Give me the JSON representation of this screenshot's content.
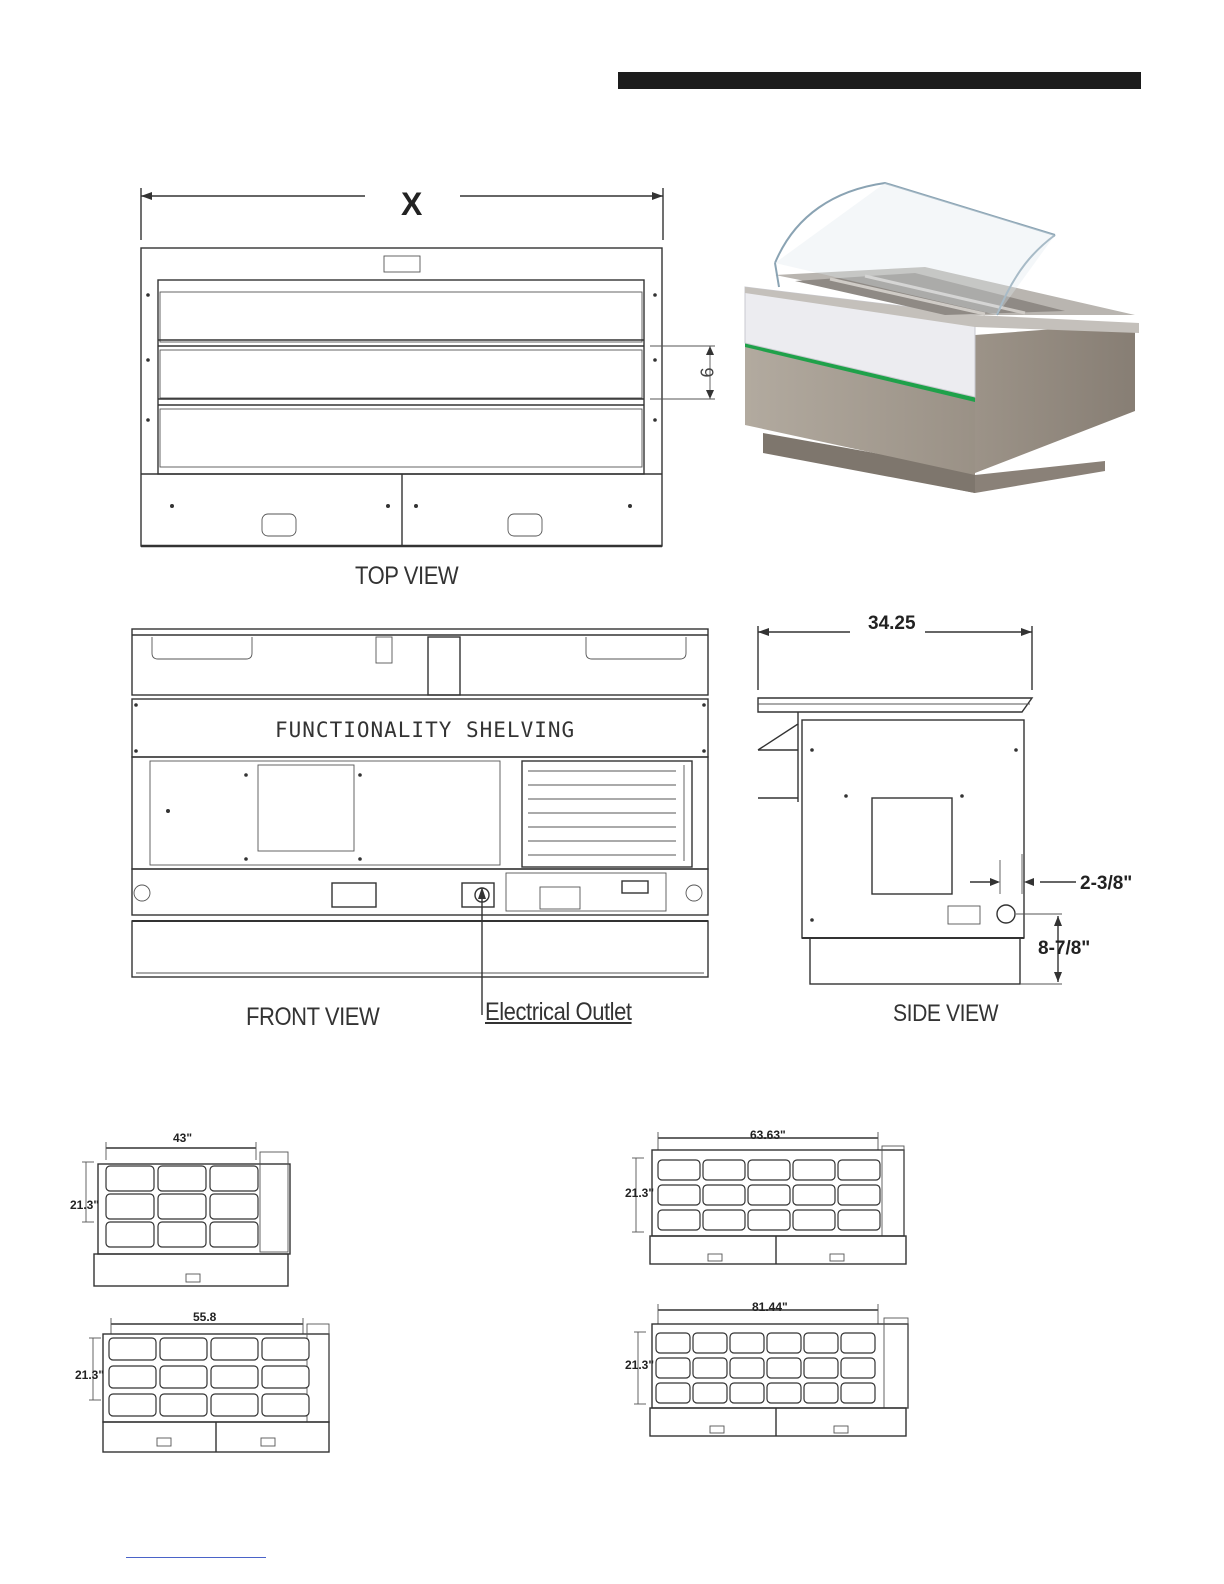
{
  "top_view": {
    "label": "TOP VIEW",
    "width_dimension": "X",
    "pan_depth_dimension": "6"
  },
  "front_view": {
    "label": "FRONT VIEW",
    "panel_text": "FUNCTIONALITY SHELVING",
    "outlet_callout": "Electrical Outlet"
  },
  "side_view": {
    "label": "SIDE VIEW",
    "depth_dimension": "34.25",
    "outlet_offset_dimension": "2-3/8\"",
    "outlet_height_dimension": "8-7/8\""
  },
  "pan_configurations": [
    {
      "width_label": "43\"",
      "depth_label": "21.3\"",
      "columns": 3,
      "rows": 3,
      "door_panels": 1
    },
    {
      "width_label": "63.63\"",
      "depth_label": "21.3\"",
      "columns": 5,
      "rows": 3,
      "door_panels": 2
    },
    {
      "width_label": "55.8",
      "depth_label": "21.3\"",
      "columns": 4,
      "rows": 3,
      "door_panels": 2
    },
    {
      "width_label": "81.44\"",
      "depth_label": "21.3\"",
      "columns": 6,
      "rows": 3,
      "door_panels": 2
    }
  ],
  "colors": {
    "header_bar": "#1c1c1c",
    "cabinet_body": "#a89f94",
    "accent_stripe": "#1fa14a",
    "footer_link_line": "#4a63c8"
  }
}
